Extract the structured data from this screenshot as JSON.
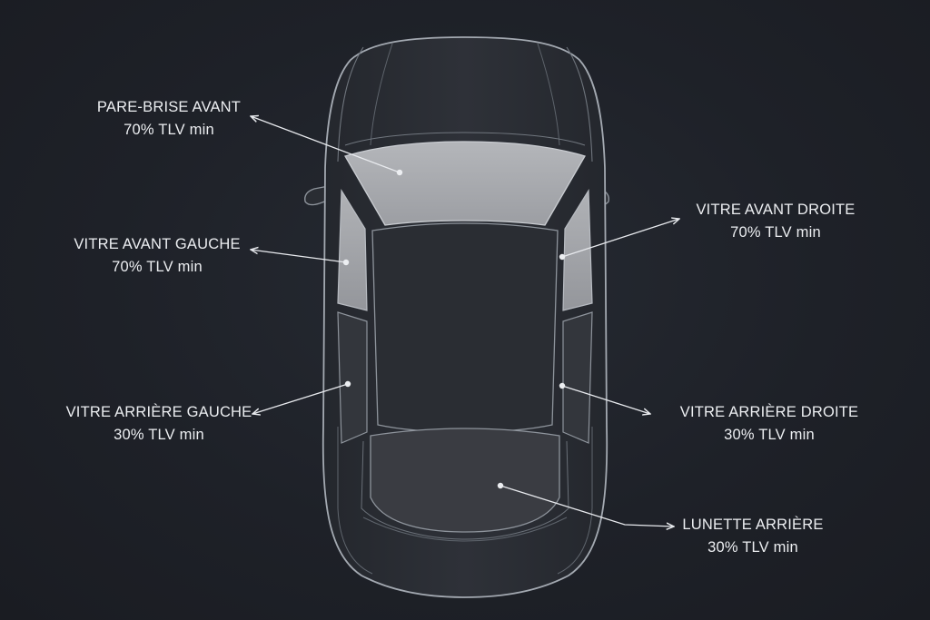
{
  "colors": {
    "background": "#1d2027",
    "car_body": "#2b2e35",
    "car_outline": "#9aa0a8",
    "front_glass": "#a9abaf",
    "rear_glass": "#3a3c42",
    "text": "#eceef1",
    "leader": "#e8eaee"
  },
  "zones": [
    {
      "id": "pare-brise-avant",
      "name": "PARE-BRISE AVANT",
      "value": "70% TLV min"
    },
    {
      "id": "vitre-avant-gauche",
      "name": "VITRE AVANT GAUCHE",
      "value": "70% TLV min"
    },
    {
      "id": "vitre-arriere-gauche",
      "name": "VITRE ARRIÈRE GAUCHE",
      "value": "30% TLV min"
    },
    {
      "id": "vitre-avant-droite",
      "name": "VITRE AVANT DROITE",
      "value": "70% TLV min"
    },
    {
      "id": "vitre-arriere-droite",
      "name": "VITRE ARRIÈRE DROITE",
      "value": "30% TLV min"
    },
    {
      "id": "lunette-arriere",
      "name": "LUNETTE ARRIÈRE",
      "value": "30% TLV min"
    }
  ]
}
